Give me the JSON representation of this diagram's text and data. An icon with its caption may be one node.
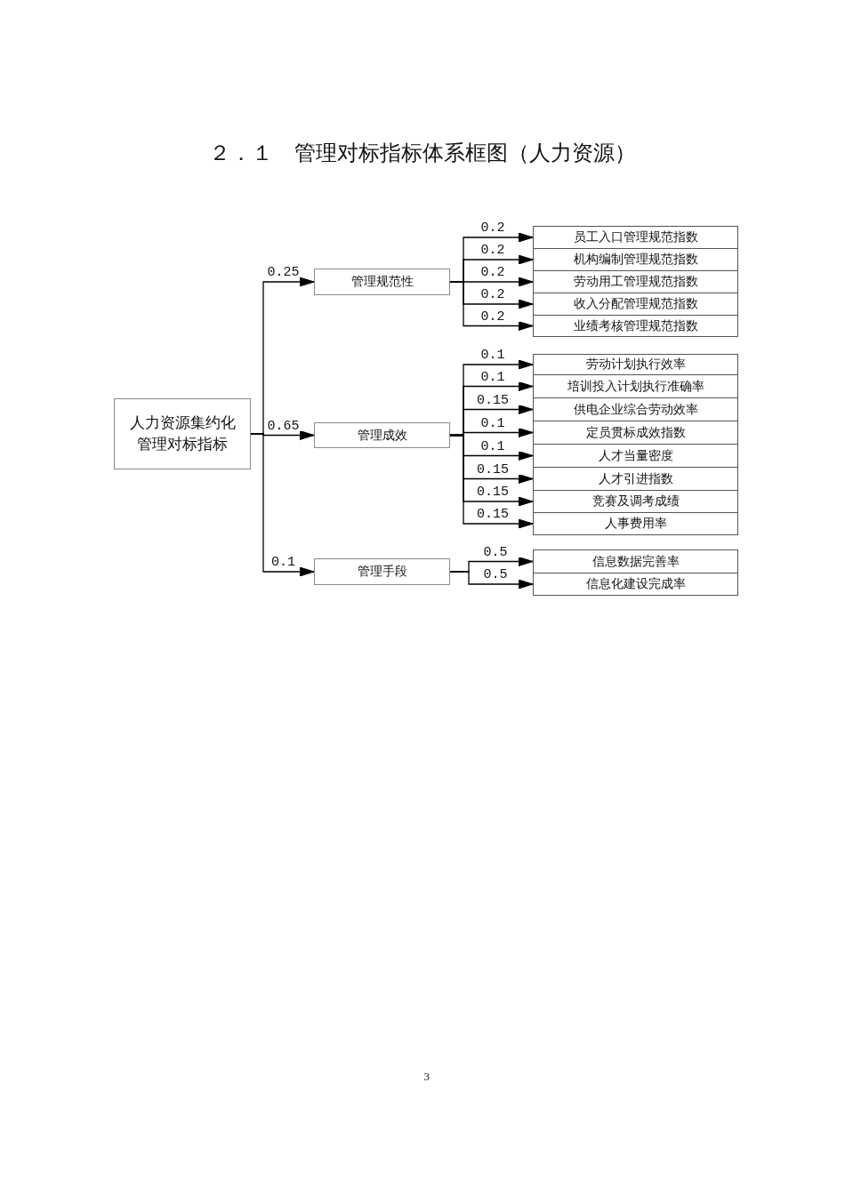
{
  "diagram": {
    "title": "２．１　管理对标指标体系框图（人力资源）",
    "nodes": [
      {
        "text": [
          "人力资源集约化管理对标指标"
        ]
      },
      {
        "text": [
          "管理规范性"
        ]
      },
      {
        "text": [
          "员工入口管理规范指数"
        ]
      },
      {
        "text": [
          "机构编制管理规范指数"
        ]
      },
      {
        "text": [
          "劳动用工管理规范指数"
        ]
      },
      {
        "text": [
          "收入分配管理规范指数"
        ]
      },
      {
        "text": [
          "业绩考核管理规范指数"
        ]
      },
      {
        "text": [
          "管理成效"
        ]
      },
      {
        "text": [
          "劳动计划执行效率"
        ]
      },
      {
        "text": [
          "培训投入计划执行准确率"
        ]
      },
      {
        "text": [
          "供电企业综合劳动效率"
        ]
      },
      {
        "text": [
          "定员贯标成效指数"
        ]
      },
      {
        "text": [
          "人才当量密度"
        ]
      },
      {
        "text": [
          "人才引进指数"
        ]
      },
      {
        "text": [
          "竞赛及调考成绩"
        ]
      },
      {
        "text": [
          "人事费用率"
        ]
      },
      {
        "text": [
          "管理手段"
        ]
      },
      {
        "text": [
          "信息数据完善率"
        ]
      },
      {
        "text": [
          "信息化建设完成率"
        ]
      }
    ],
    "edges": [
      {
        "from": 0,
        "to": 1,
        "arrow": "to",
        "label": "0.25"
      },
      {
        "from": 0,
        "to": 7,
        "arrow": "to",
        "label": "0.65"
      },
      {
        "from": 0,
        "to": 16,
        "arrow": "to",
        "label": "0.1"
      },
      {
        "from": 1,
        "to": 2,
        "arrow": "to",
        "label": "0.2"
      },
      {
        "from": 1,
        "to": 3,
        "arrow": "to",
        "label": "0.2"
      },
      {
        "from": 1,
        "to": 4,
        "arrow": "to",
        "label": "0.2"
      },
      {
        "from": 1,
        "to": 5,
        "arrow": "to",
        "label": "0.2"
      },
      {
        "from": 1,
        "to": 6,
        "arrow": "to",
        "label": "0.2"
      },
      {
        "from": 7,
        "to": 8,
        "arrow": "to",
        "label": "0.1"
      },
      {
        "from": 7,
        "to": 9,
        "arrow": "to",
        "label": "0.1"
      },
      {
        "from": 7,
        "to": 10,
        "arrow": "to",
        "label": "0.15"
      },
      {
        "from": 7,
        "to": 11,
        "arrow": "to",
        "label": "0.1"
      },
      {
        "from": 7,
        "to": 12,
        "arrow": "to",
        "label": "0.1"
      },
      {
        "from": 7,
        "to": 13,
        "arrow": "to",
        "label": "0.15"
      },
      {
        "from": 7,
        "to": 14,
        "arrow": "to",
        "label": "0.15"
      },
      {
        "from": 7,
        "to": 15,
        "arrow": "to",
        "label": "0.15"
      },
      {
        "from": 16,
        "to": 17,
        "arrow": "to",
        "label": "0.5"
      },
      {
        "from": 16,
        "to": 18,
        "arrow": "to",
        "label": "0.5"
      }
    ],
    "labels": [
      "3"
    ]
  }
}
